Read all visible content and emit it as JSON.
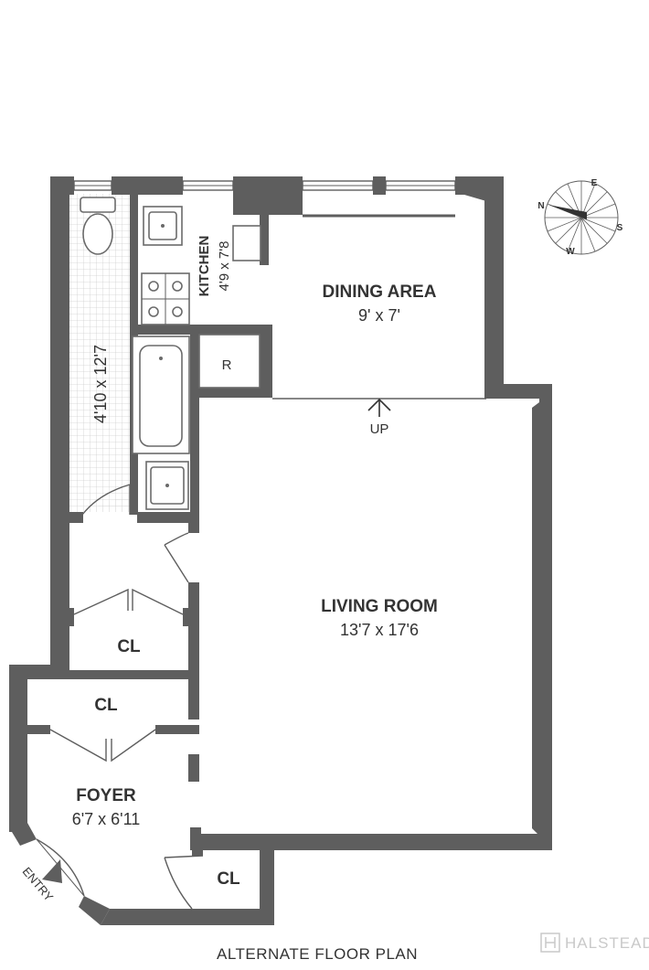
{
  "rooms": {
    "dining": {
      "name": "DINING AREA",
      "dims": "9' x 7'"
    },
    "kitchen": {
      "name": "KITCHEN",
      "dims": "4'9 x 7'8"
    },
    "bath": {
      "dims": "4'10 x 12'7"
    },
    "living": {
      "name": "LIVING ROOM",
      "dims": "13'7 x 17'6"
    },
    "foyer": {
      "name": "FOYER",
      "dims": "6'7 x 6'11"
    }
  },
  "labels": {
    "refrigerator": "R",
    "up": "UP",
    "closet": "CL",
    "entry": "ENTRY"
  },
  "compass": {
    "north": "N",
    "east": "E",
    "south": "S",
    "west": "W"
  },
  "caption": "ALTERNATE FLOOR PLAN",
  "watermark": "HALSTEAD",
  "colors": {
    "wall": "#5e5e5e",
    "text": "#333333",
    "tile": "#cfcfcf",
    "watermark": "#c9c9c9"
  }
}
